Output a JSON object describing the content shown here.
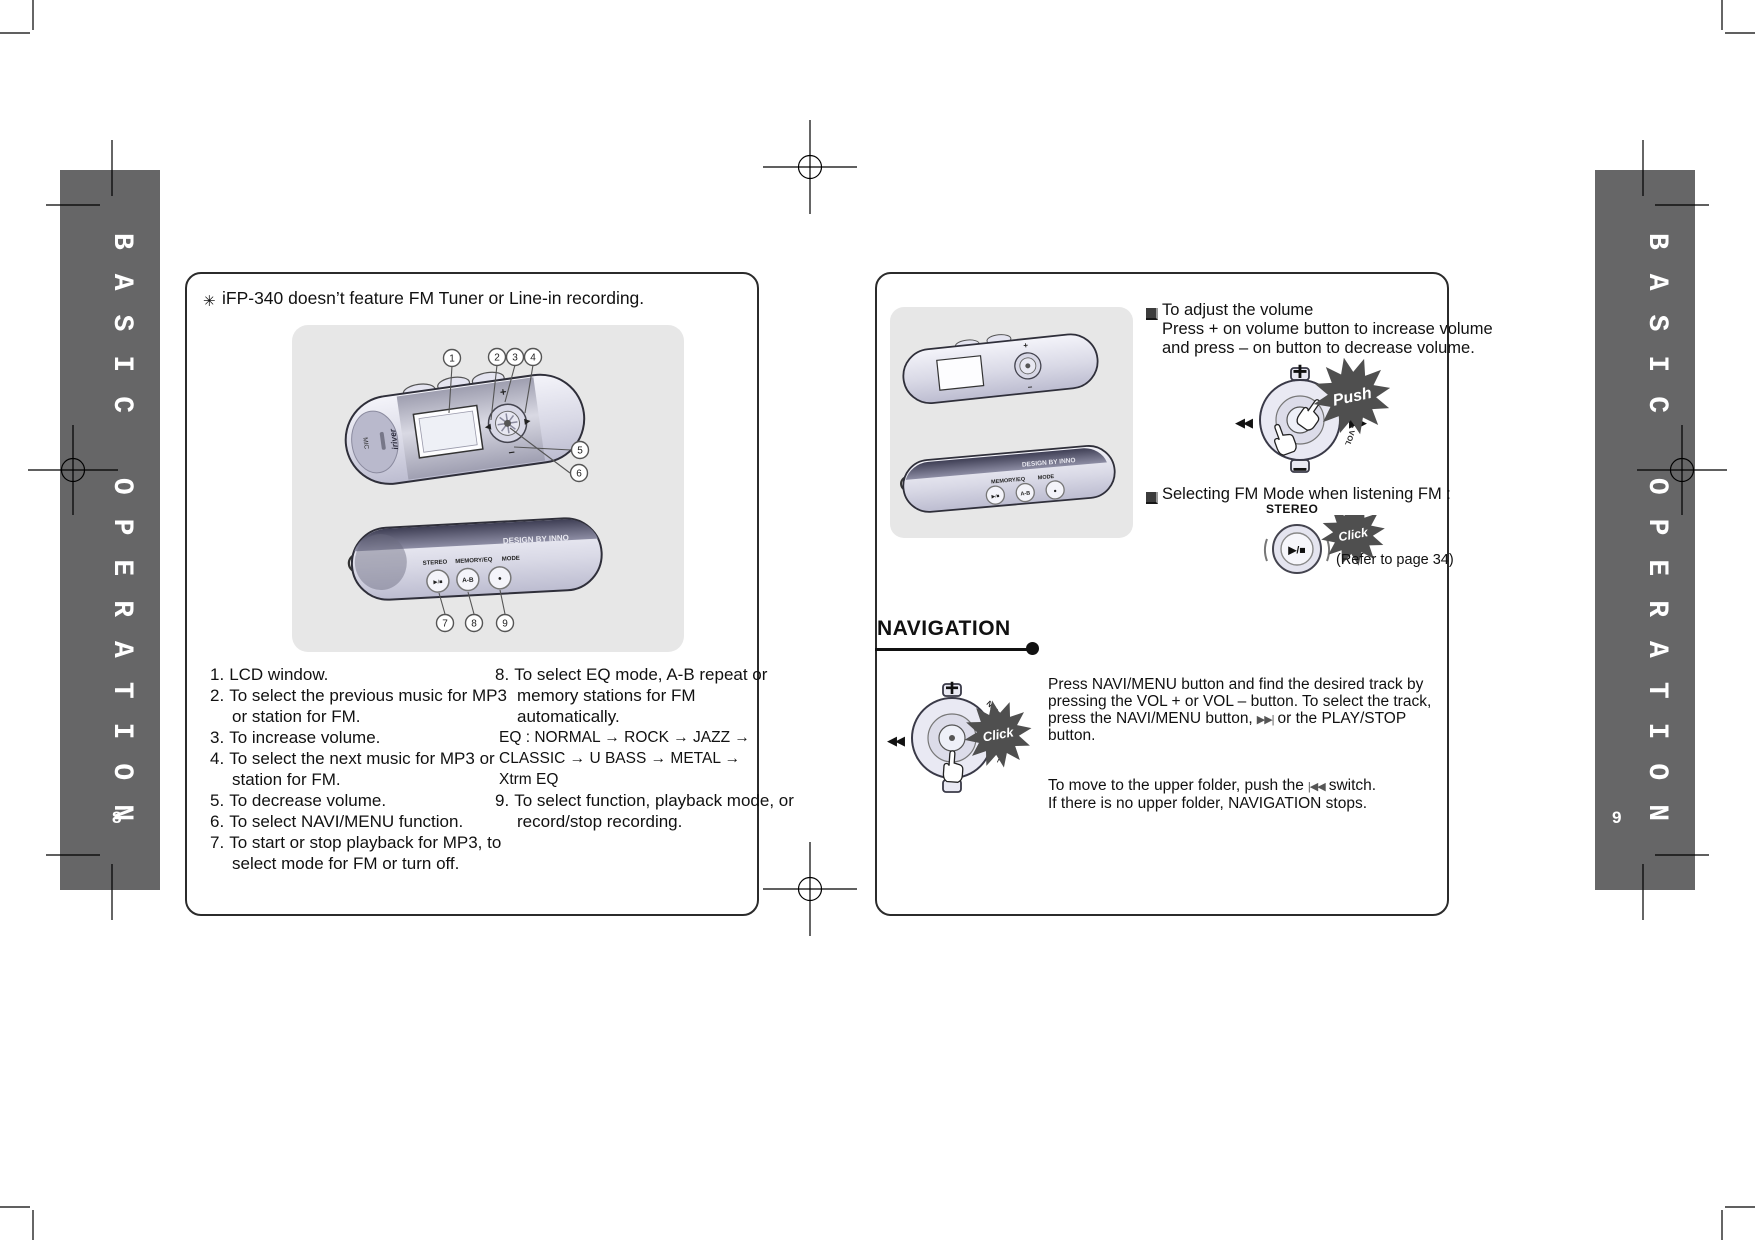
{
  "sidebar": {
    "label": "BASIC OPERATION"
  },
  "pages": {
    "left": {
      "number": "8",
      "note_marker": "✳",
      "note": "iFP-340 doesn’t feature FM Tuner or Line-in recording.",
      "callouts": [
        "1",
        "2",
        "3",
        "4",
        "5",
        "6",
        "7",
        "8",
        "9"
      ],
      "device": {
        "mic": "MIC",
        "brand": "iriver",
        "design_by": "DESIGN BY INNO",
        "stereo": "STEREO",
        "memory_eq": "MEMORY/EQ",
        "mode": "MODE",
        "play": "▶/■",
        "ab": "A-B",
        "rec": "●",
        "marks": {
          "plus": "+",
          "minus": "−",
          "prev": "◀",
          "next": "▶"
        }
      },
      "items_col1": [
        {
          "num": "1.",
          "text": "LCD window."
        },
        {
          "num": "2.",
          "text": "To select the previous music for MP3 or station for FM."
        },
        {
          "num": "3.",
          "text": "To increase volume."
        },
        {
          "num": "4.",
          "text": "To select the next music for MP3 or station for FM."
        },
        {
          "num": "5.",
          "text": "To decrease volume."
        },
        {
          "num": "6.",
          "text": "To select NAVI/MENU function."
        },
        {
          "num": "7.",
          "text": "To start or stop playback for MP3, to select mode for FM or turn off."
        }
      ],
      "items_col2": [
        {
          "num": "8.",
          "text": "To select EQ mode, A-B repeat or memory stations for FM automatically."
        },
        {
          "num": "9.",
          "text": "To select function, playback mode, or record/stop recording."
        }
      ],
      "eq_lines": [
        "EQ : NORMAL → ROCK → JAZZ →",
        "CLASSIC → U BASS → METAL →",
        "Xtrm EQ"
      ]
    },
    "right": {
      "number": "9",
      "volume_section": {
        "title": "To adjust the volume",
        "line1": "Press + on volume button to increase volume",
        "line2": "and press – on button to decrease volume."
      },
      "fm_section": {
        "title": "Selecting FM Mode when listening FM :",
        "stereo": "STEREO",
        "button_glyph": "▶/■",
        "click": "Click",
        "refer": "(Refer to page 34)"
      },
      "dial": {
        "plus": "+",
        "minus": "−",
        "prev": "◀◀",
        "next": "▶▶",
        "ring_text": "NAVI/MENU • VOL",
        "push": "Push",
        "click": "Click"
      },
      "panel_device": {
        "design_by": "DESIGN BY INNO",
        "memory_eq": "MEMORY/EQ",
        "mode": "MODE",
        "ab": "A-B",
        "play": "▶/■",
        "rec": "●"
      },
      "navigation": {
        "heading": "NAVIGATION",
        "p1_l1": "Press NAVI/MENU button and find the desired track by",
        "p1_l2": "pressing the VOL + or VOL – button. To select the track,",
        "p1_l3_pre": "press the NAVI/MENU button,",
        "p1_l3_icon": "▶▶|",
        "p1_l3_post": "or the PLAY/STOP",
        "p1_l4": "button.",
        "p2_l1_pre": "To move to the upper folder, push the",
        "p2_l1_icon": "|◀◀",
        "p2_l1_post": "switch.",
        "p2_l2": "If there is no upper folder, NAVIGATION stops."
      }
    }
  },
  "colors": {
    "sidebar_band": "#666667",
    "panel": "#e7e7e7",
    "starburst": "#4f4f4f",
    "text": "#111111"
  }
}
